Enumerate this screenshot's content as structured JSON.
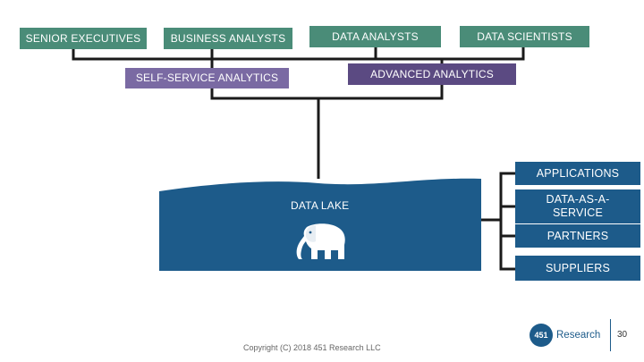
{
  "roles": [
    "SENIOR EXECUTIVES",
    "BUSINESS ANALYSTS",
    "DATA ANALYSTS",
    "DATA SCIENTISTS"
  ],
  "analytics": {
    "self_service": "SELF-SERVICE ANALYTICS",
    "advanced": "ADVANCED ANALYTICS"
  },
  "lake": {
    "label": "DATA LAKE",
    "icon": "elephant-icon"
  },
  "sources": [
    "APPLICATIONS",
    "DATA-AS-A-SERVICE",
    "PARTNERS",
    "SUPPLIERS"
  ],
  "footer": {
    "copyright": "Copyright (C) 2018 451 Research LLC",
    "logo_number": "451",
    "logo_text": "Research",
    "page_number": "30"
  },
  "colors": {
    "role_green": "#4a8c78",
    "self_service_purple": "#7a6aa3",
    "advanced_purple": "#5b4a82",
    "lake_blue": "#1d5b8a",
    "connector": "#1a1a1a"
  }
}
